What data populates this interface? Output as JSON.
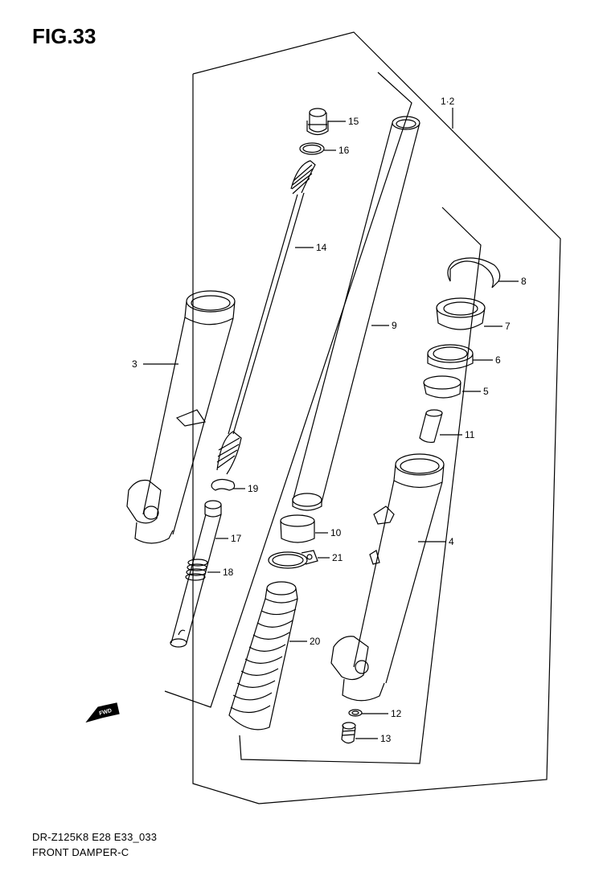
{
  "figure": {
    "title": "FIG.33",
    "code": "DR-Z125K8 E28 E33_033",
    "name": "FRONT DAMPER-C",
    "assembly_label": "1·2",
    "fwd_label": "FWD"
  },
  "callouts": [
    {
      "id": "3",
      "label": "3"
    },
    {
      "id": "4",
      "label": "4"
    },
    {
      "id": "5",
      "label": "5"
    },
    {
      "id": "6",
      "label": "6"
    },
    {
      "id": "7",
      "label": "7"
    },
    {
      "id": "8",
      "label": "8"
    },
    {
      "id": "9",
      "label": "9"
    },
    {
      "id": "10",
      "label": "10"
    },
    {
      "id": "11",
      "label": "11"
    },
    {
      "id": "12",
      "label": "12"
    },
    {
      "id": "13",
      "label": "13"
    },
    {
      "id": "14",
      "label": "14"
    },
    {
      "id": "15",
      "label": "15"
    },
    {
      "id": "16",
      "label": "16"
    },
    {
      "id": "17",
      "label": "17"
    },
    {
      "id": "18",
      "label": "18"
    },
    {
      "id": "19",
      "label": "19"
    },
    {
      "id": "20",
      "label": "20"
    },
    {
      "id": "21",
      "label": "21"
    }
  ]
}
